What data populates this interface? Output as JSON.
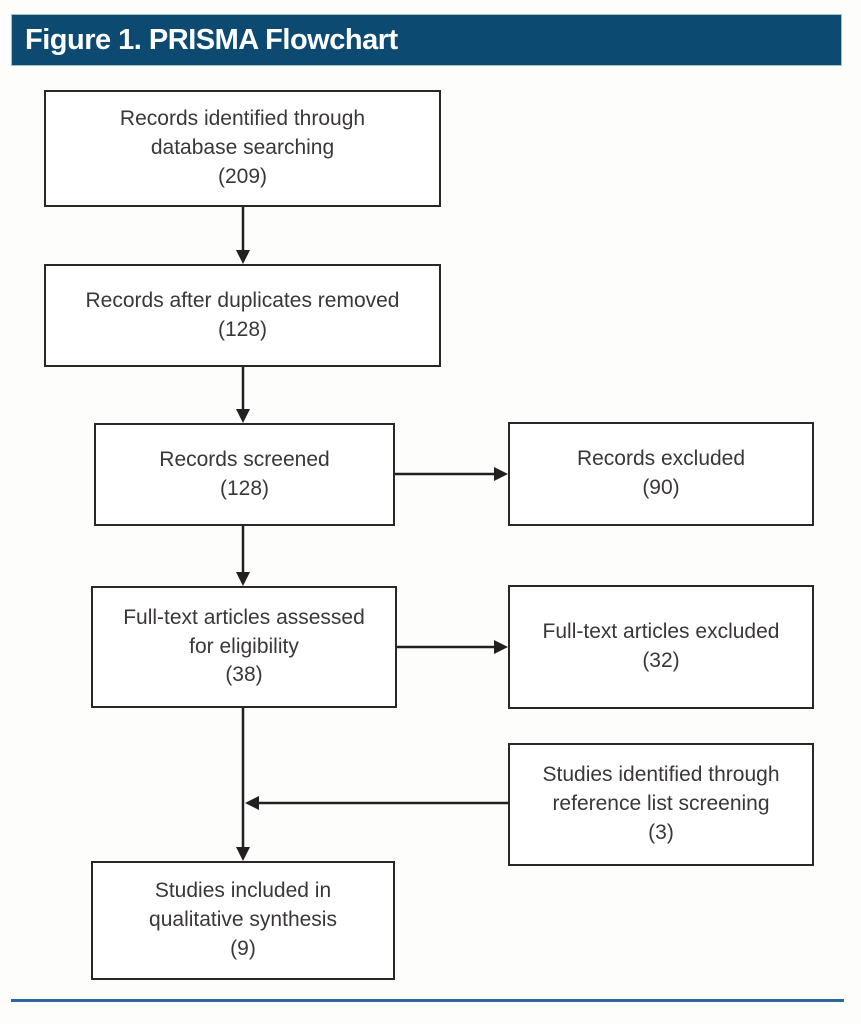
{
  "figure": {
    "title": "Figure 1. PRISMA Flowchart"
  },
  "diagram": {
    "type": "flowchart",
    "nodes": {
      "identified": {
        "label": "Records identified through\ndatabase searching\n(209)",
        "count": 209
      },
      "deduplicated": {
        "label": "Records after duplicates removed\n(128)",
        "count": 128
      },
      "screened": {
        "label": "Records screened\n(128)",
        "count": 128
      },
      "records_excluded": {
        "label": "Records excluded\n(90)",
        "count": 90
      },
      "fulltext_assessed": {
        "label": "Full-text articles assessed\nfor eligibility\n(38)",
        "count": 38
      },
      "fulltext_excluded": {
        "label": "Full-text articles excluded\n(32)",
        "count": 32
      },
      "reference_identified": {
        "label": "Studies identified through\nreference list screening\n(3)",
        "count": 3
      },
      "included": {
        "label": "Studies included in\nqualitative synthesis\n(9)",
        "count": 9
      }
    },
    "edges": [
      {
        "from": "identified",
        "to": "deduplicated"
      },
      {
        "from": "deduplicated",
        "to": "screened"
      },
      {
        "from": "screened",
        "to": "records_excluded"
      },
      {
        "from": "screened",
        "to": "fulltext_assessed"
      },
      {
        "from": "fulltext_assessed",
        "to": "fulltext_excluded"
      },
      {
        "from": "fulltext_assessed",
        "to": "included"
      },
      {
        "from": "reference_identified",
        "to": "included"
      }
    ]
  },
  "colors": {
    "header_bar": "#0d4a71",
    "header_text": "#ffffff",
    "box_border": "#2b2724",
    "box_text": "#3a3736",
    "arrow": "#231f20",
    "bottom_rule": "#2a679e"
  }
}
